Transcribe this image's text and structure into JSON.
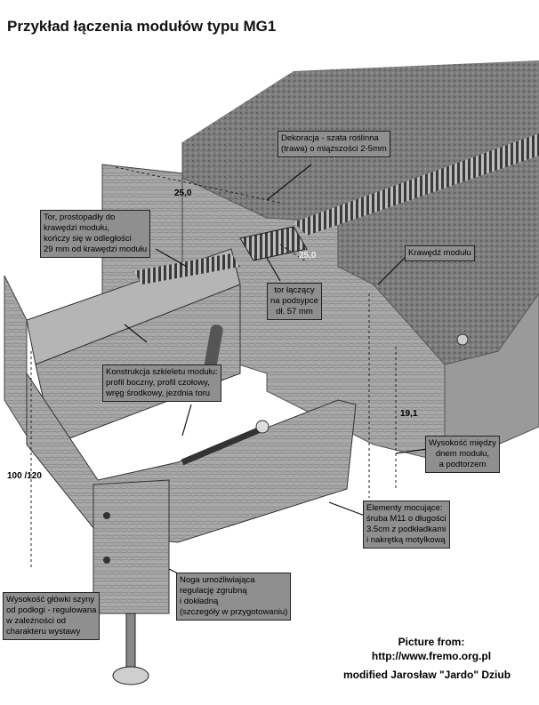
{
  "title": "Przykład łączenia modułów typu MG1",
  "callouts": {
    "decoration": "Dekoracja - szata roślinna\n(trawa) o miąższości 2-5mm",
    "track": "Tor, prostopadły do\nkrawędzi modułu,\nkończy się w odległości\n29 mm od krawędzi modułu",
    "module_edge": "Krawędź modułu",
    "connecting_track": "tor łączący\nna podsypce\ndł. 57 mm",
    "frame": "Konstrukcja szkieletu modułu:\nprofil boczny, profil czołowy,\nwręg środkowy, jezdnia toru",
    "height_between": "Wysokość między\ndnem modułu,\na podtorzem",
    "fasteners": "Elementy mocujące:\nśruba M11 o długości\n3.5cm z podkładkami\ni nakrętką motylkową",
    "leg": "Noga umożliwiająca\nregulację zgrubną\ni dokładną\n(szczegóły w przygotowaniu)",
    "rail_height": "Wysokość główki szyny\nod podłogi - regulowana\nw zależności od\ncharakteru wystawy"
  },
  "dimensions": {
    "top_width": "25,0",
    "joint_width": "25,0",
    "frame_height": "19,1",
    "rail_height": "100 /120"
  },
  "credits": {
    "picture_from": "Picture from:",
    "url": "http://www.fremo.org.pl",
    "modified_by": "modified Jarosław \"Jardo\" Dziub"
  }
}
